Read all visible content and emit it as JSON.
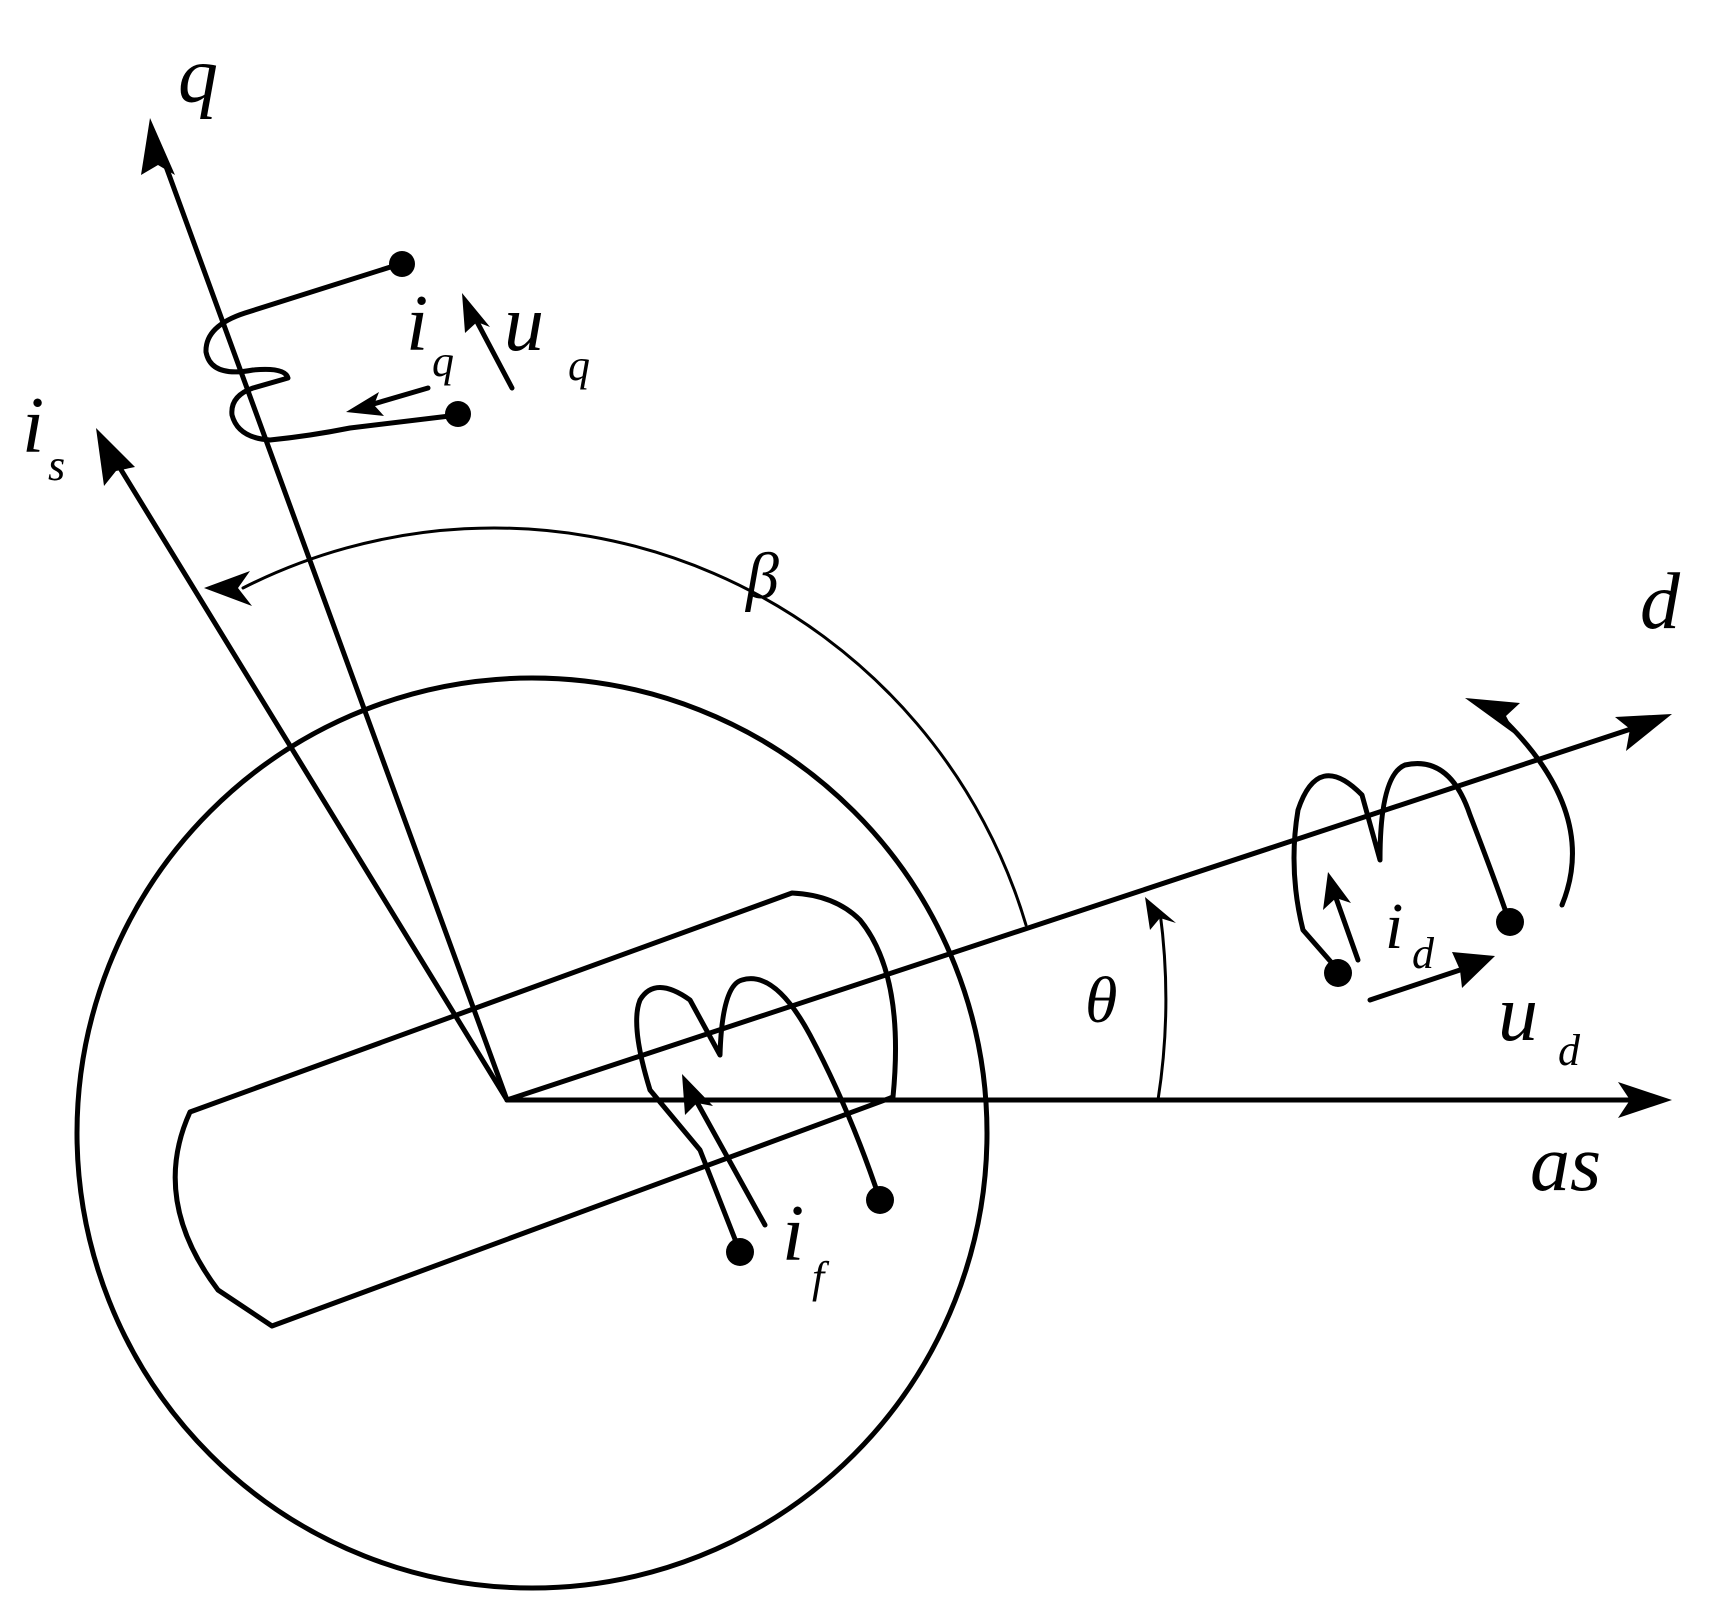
{
  "diagram": {
    "axes": {
      "q": "q",
      "d": "d",
      "as": "as",
      "is_main": "i",
      "is_sub": "s"
    },
    "angles": {
      "beta": "β",
      "theta": "θ"
    },
    "windings": {
      "q_current_main": "i",
      "q_current_sub": "q",
      "q_voltage_main": "u",
      "q_voltage_sub": "q",
      "d_current_main": "i",
      "d_current_sub": "d",
      "d_voltage_main": "u",
      "d_voltage_sub": "d",
      "f_current_main": "i",
      "f_current_sub": "f"
    }
  }
}
